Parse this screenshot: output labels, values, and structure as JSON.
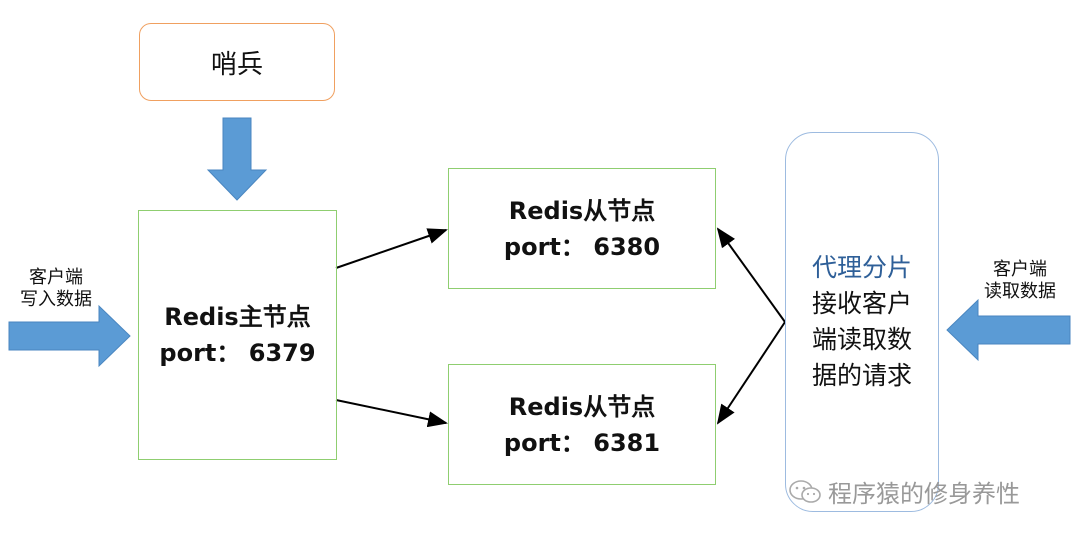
{
  "sentinel": {
    "label": "哨兵"
  },
  "master": {
    "line1": "Redis主节点",
    "line2": "port： 6379"
  },
  "slave_1": {
    "line1": "Redis从节点",
    "line2": "port： 6380"
  },
  "slave_2": {
    "line1": "Redis从节点",
    "line2": "port： 6381"
  },
  "proxy": {
    "title": "代理分片",
    "lines": [
      "接收客户",
      "端读取数",
      "据的请求"
    ]
  },
  "client_write": {
    "lines": [
      "客户端",
      "写入数据"
    ]
  },
  "client_read": {
    "lines": [
      "客户端",
      "读取数据"
    ]
  },
  "watermark": {
    "text": "程序猿的修身养性",
    "icon": "wechat-icon"
  },
  "colors": {
    "arrow_fill": "#5b9bd5",
    "sentinel_border": "#f0a060",
    "node_border": "#8fce70",
    "proxy_border": "#9dbbe0",
    "proxy_title": "#2e5f98"
  }
}
